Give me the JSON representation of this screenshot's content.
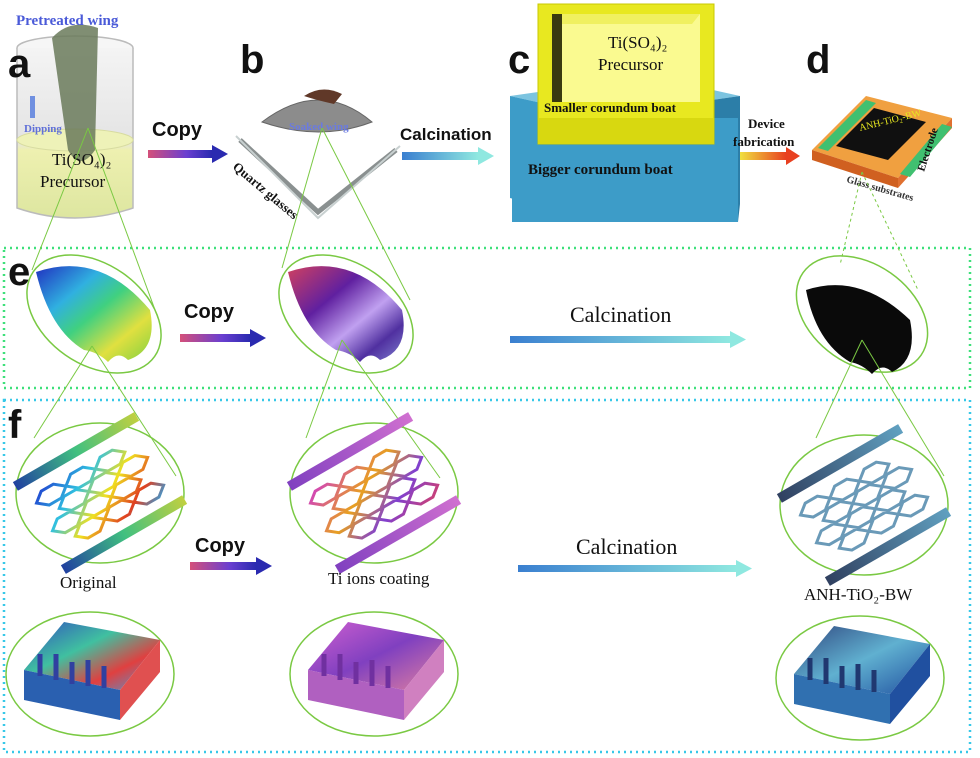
{
  "panels": {
    "a": "a",
    "b": "b",
    "c": "c",
    "d": "d",
    "e": "e",
    "f": "f"
  },
  "labels": {
    "pretreated_wing": "Pretreated wing",
    "dipping": "Dipping",
    "precursor_a_line1": "Ti(SO₄)₂",
    "precursor_a_line2": "Precursor",
    "soaked_wing": "Soaked wing",
    "quartz_glasses": "Quartz glasses",
    "precursor_c_line1": "Ti(SO₄)₂",
    "precursor_c_line2": "Precursor",
    "smaller_boat": "Smaller corundum boat",
    "bigger_boat": "Bigger corundum boat",
    "device_fab_line1": "Device",
    "device_fab_line2": "fabrication",
    "anh_device": "ANH-TiO₂-BW",
    "electrode": "Electrode",
    "glass_substrates": "Glass substrates",
    "original": "Original",
    "ti_ions_coating": "Ti ions coating",
    "anh_final": "ANH-TiO₂-BW"
  },
  "arrows": {
    "row1_copy": "Copy",
    "row1_calcination": "Calcination",
    "row2_copy": "Copy",
    "row2_calcination": "Calcination",
    "row3_copy": "Copy",
    "row3_calcination": "Calcination"
  },
  "colors": {
    "box_e_border": "#3ee07a",
    "box_f_border": "#37c8e8",
    "ellipse_green": "#7ac943",
    "copy_arrow_start": "#d4507a",
    "copy_arrow_end": "#2a2ab0",
    "calc_arrow_start": "#3a7fd0",
    "calc_arrow_end": "#7de8e0",
    "boat_blue": "#3d9cc8",
    "boat_yellow": "#e8e820"
  }
}
